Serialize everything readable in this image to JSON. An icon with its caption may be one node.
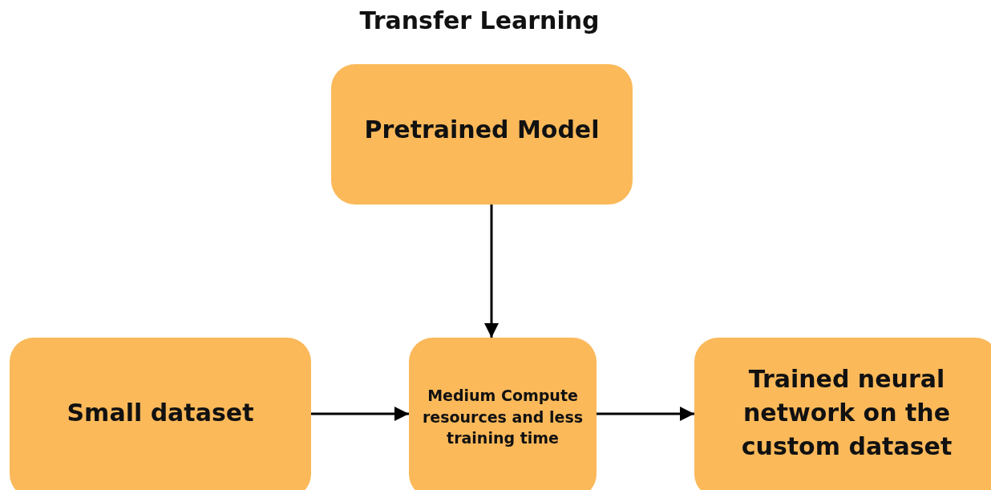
{
  "diagram": {
    "title": "Transfer Learning",
    "nodes": [
      {
        "text": [
          "Pretrained Model"
        ]
      },
      {
        "text": [
          "Small dataset"
        ]
      },
      {
        "text": [
          "Medium Compute resources and less training time"
        ]
      },
      {
        "text": [
          "Trained neural network on the custom dataset"
        ]
      }
    ],
    "edges": [
      {
        "from": 0,
        "to": 2,
        "arrow": "to"
      },
      {
        "from": 1,
        "to": 2,
        "arrow": "to"
      },
      {
        "from": 2,
        "to": 3,
        "arrow": "to"
      }
    ]
  }
}
